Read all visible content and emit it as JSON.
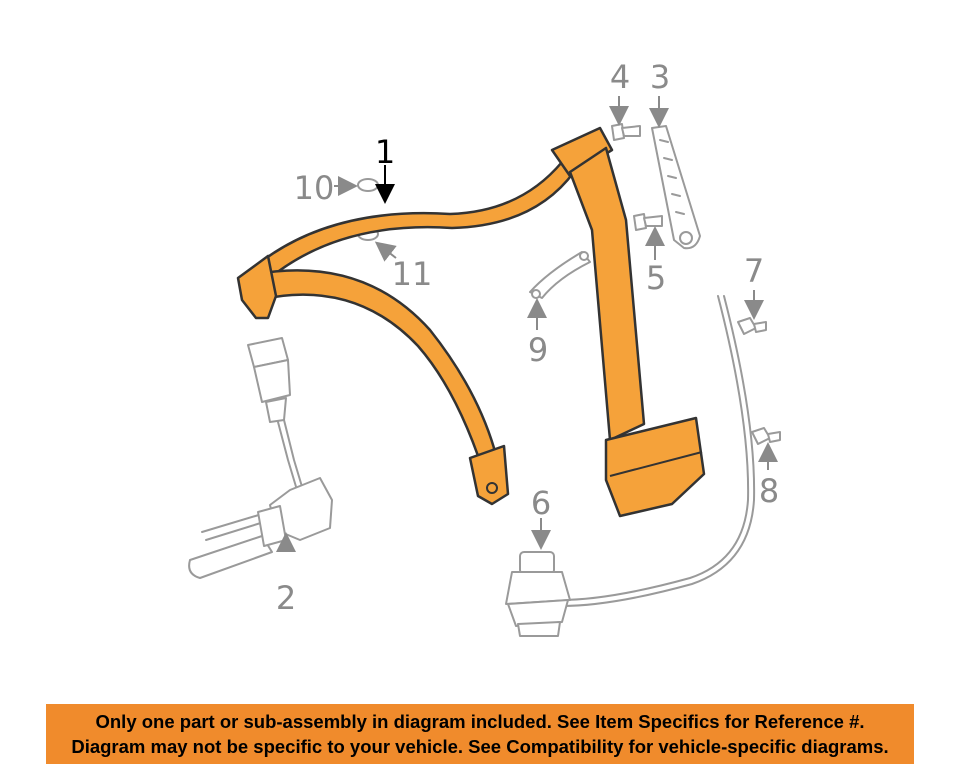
{
  "diagram": {
    "callouts": {
      "c1": "1",
      "c2": "2",
      "c3": "3",
      "c4": "4",
      "c5": "5",
      "c6": "6",
      "c7": "7",
      "c8": "8",
      "c9": "9",
      "c10": "10",
      "c11": "11"
    },
    "colors": {
      "highlight": "#f5a23a",
      "outline": "#333333",
      "parts": "#9a9a9a"
    }
  },
  "banner": {
    "line1": "Only one part or sub-assembly in diagram included. See Item Specifics for Reference #.",
    "line2": "Diagram may not be specific to your vehicle. See Compatibility for vehicle-specific diagrams.",
    "background": "#f08b2c"
  }
}
